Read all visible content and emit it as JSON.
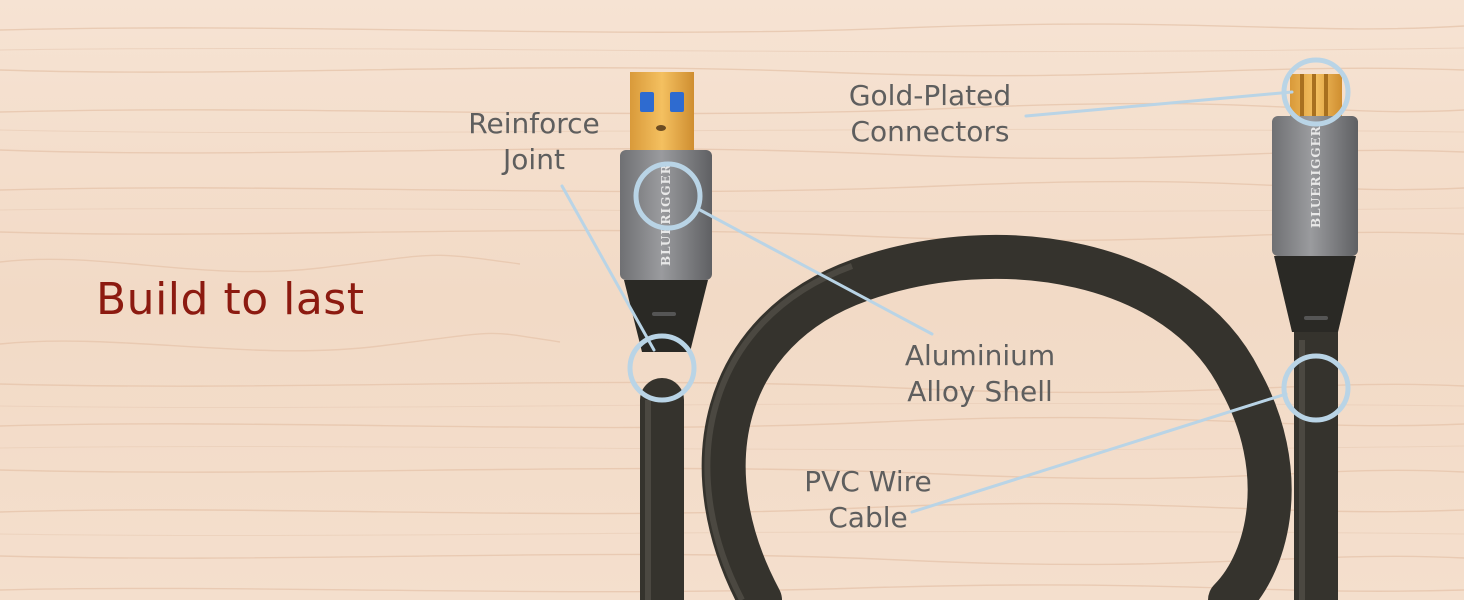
{
  "headline": "Build to last",
  "callouts": {
    "reinforce_joint": [
      "Reinforce",
      "Joint"
    ],
    "gold_plated": [
      "Gold-Plated",
      "Connectors"
    ],
    "aluminium_shell": [
      "Aluminium",
      "Alloy Shell"
    ],
    "pvc_cable": [
      "PVC Wire",
      "Cable"
    ]
  },
  "brand": "BLUERIGGER",
  "colors": {
    "headline": "#8c1a10",
    "callout_text": "#5e5e5e",
    "callout_ring": "#b9d4e6",
    "background": "#f3dccb"
  }
}
